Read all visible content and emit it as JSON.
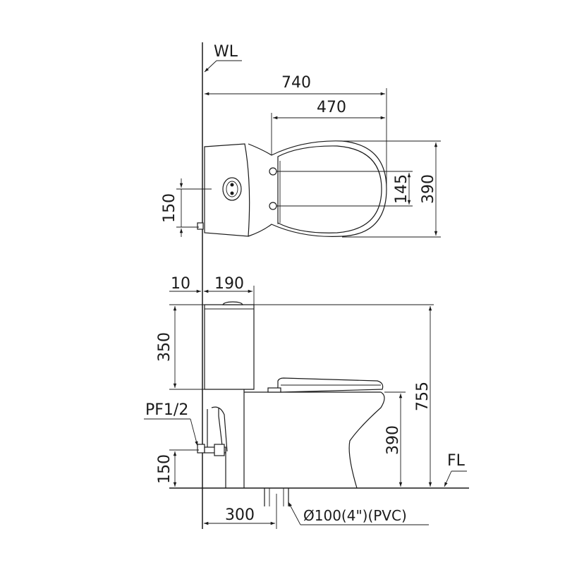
{
  "labels": {
    "wall_line": "WL",
    "floor_line": "FL",
    "overall_length": "740",
    "seat_length": "470",
    "seat_hinge_spacing": "145",
    "overall_width": "390",
    "tank_inlet_offset": "150",
    "wall_gap": "10",
    "tank_depth": "190",
    "tank_height": "350",
    "overall_height": "755",
    "seat_height": "390",
    "supply_thread": "PF1/2",
    "supply_height": "150",
    "rough_in": "300",
    "outlet_spec": "Ø100(4\")(PVC)"
  }
}
